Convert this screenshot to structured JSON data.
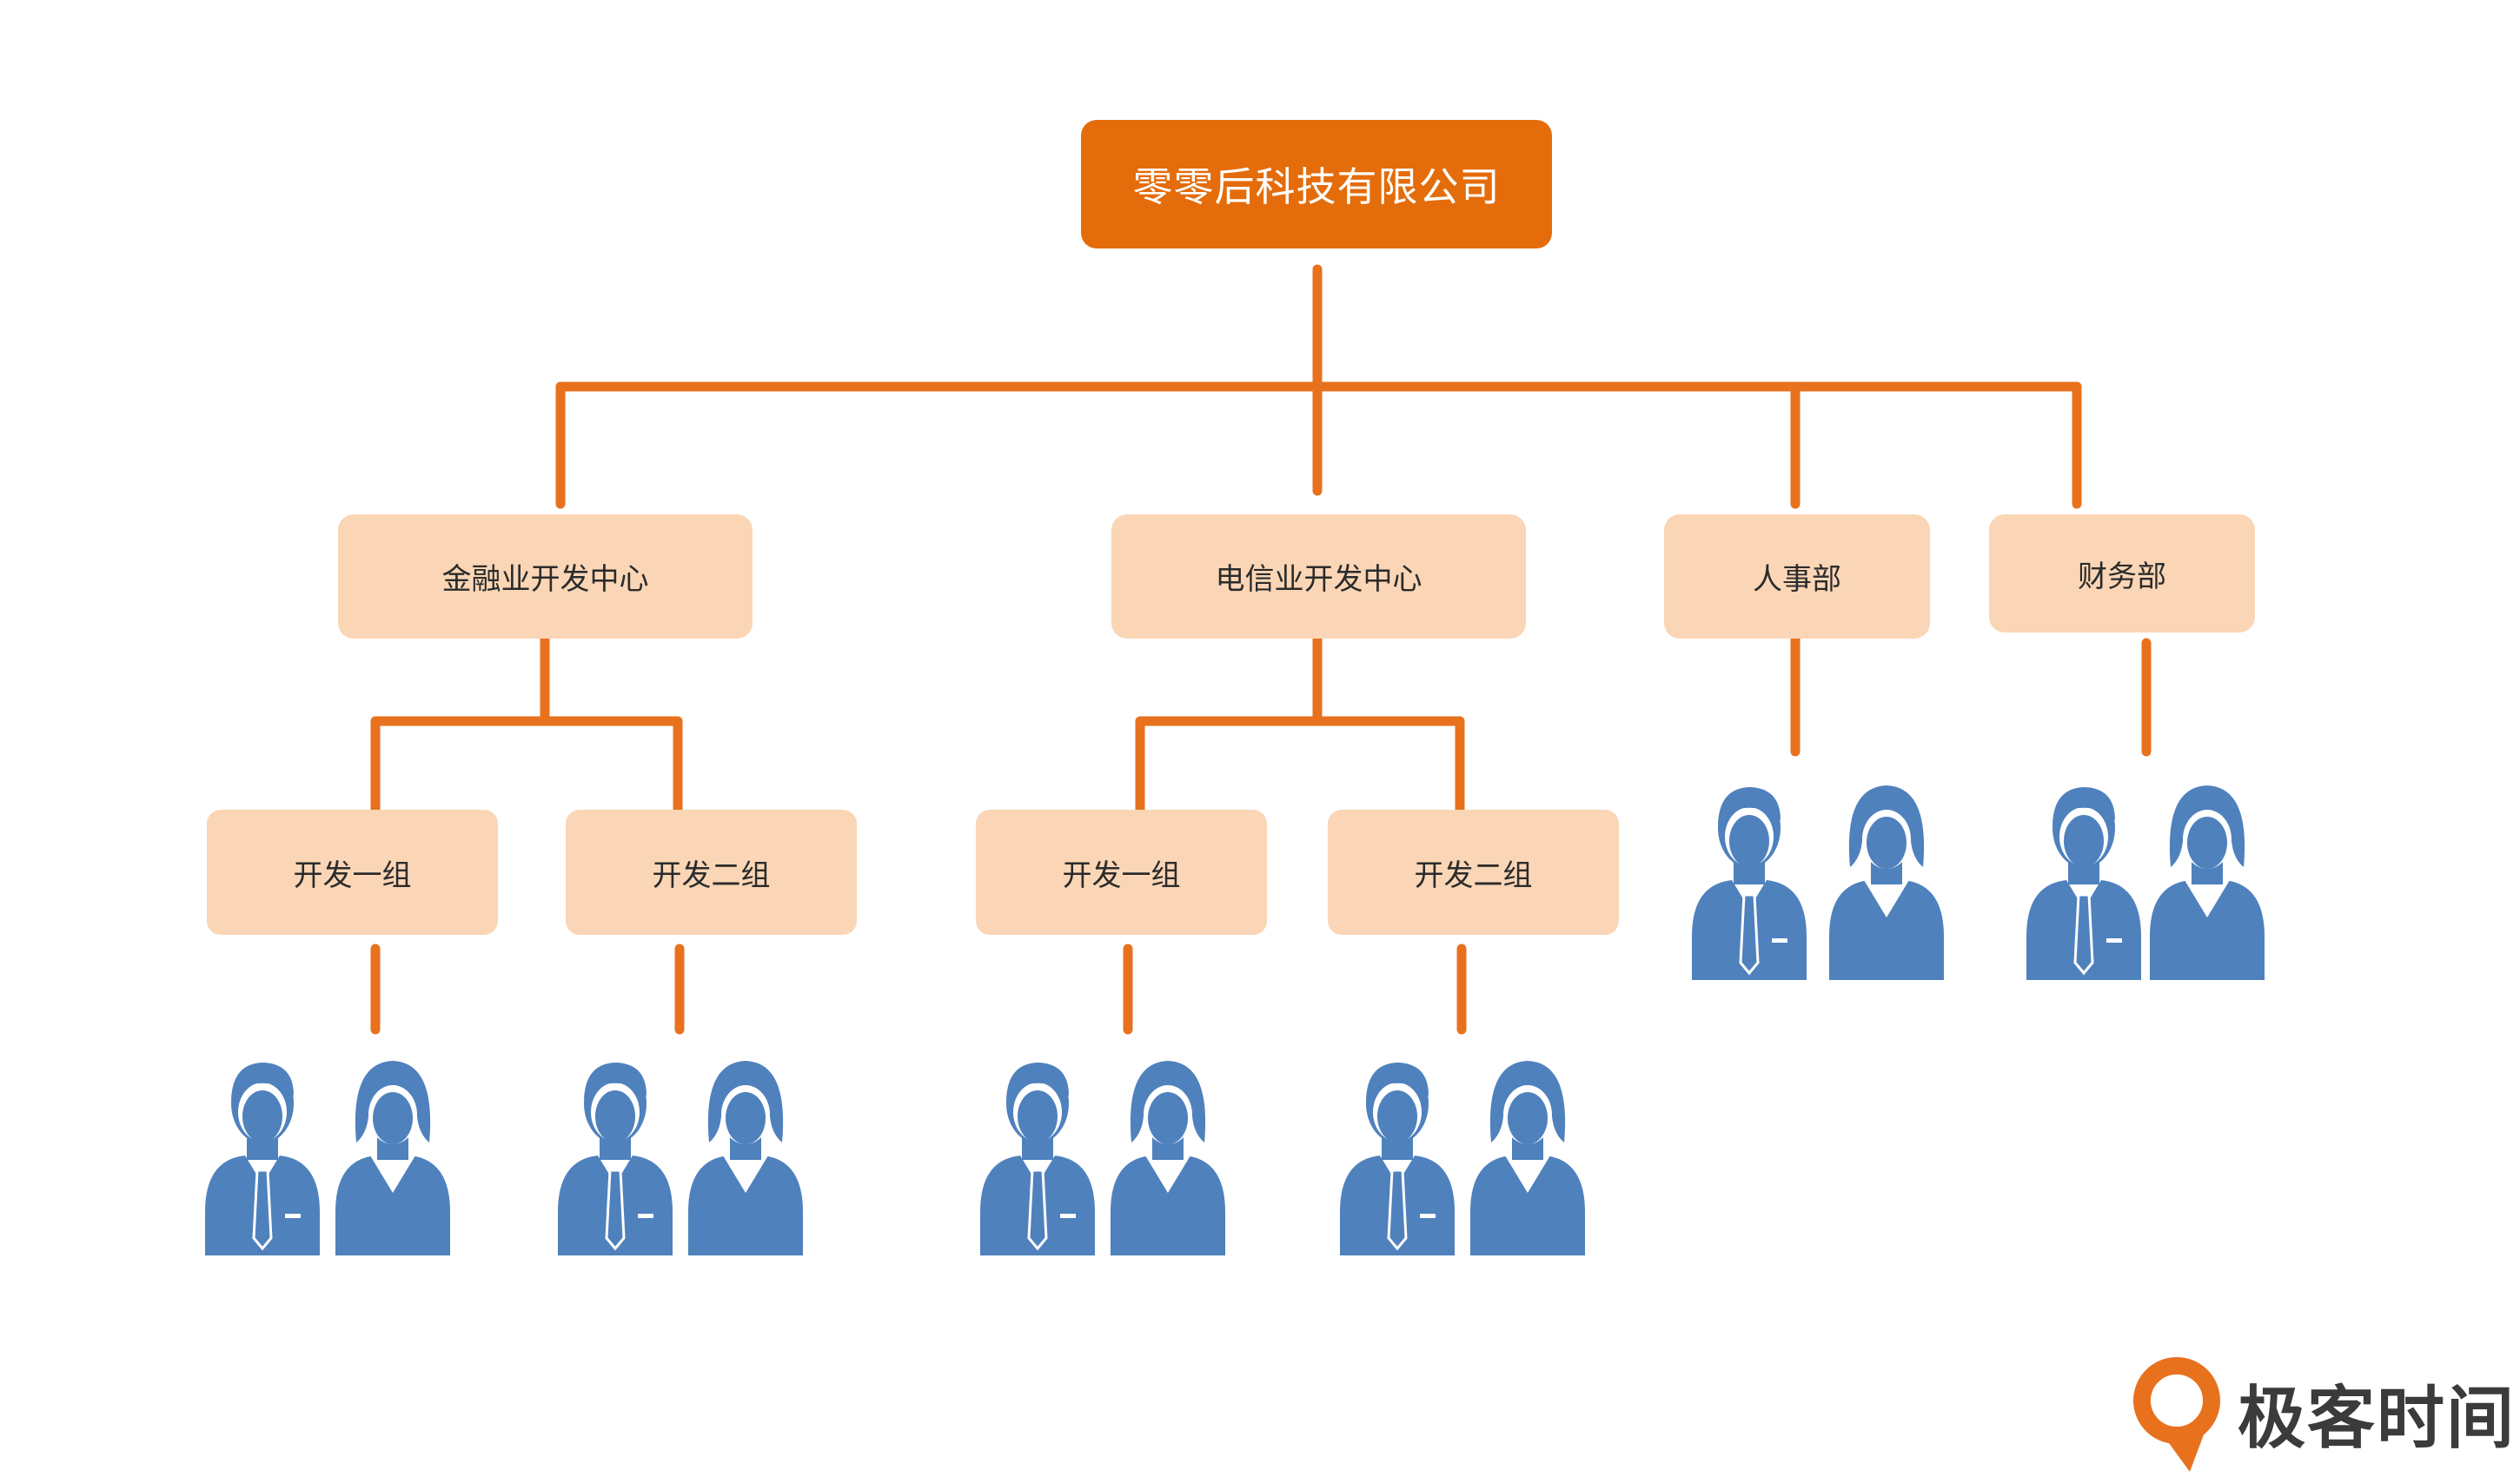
{
  "root": {
    "label": "零零后科技有限公司"
  },
  "centers": [
    {
      "label": "金融业开发中心"
    },
    {
      "label": "电信业开发中心"
    },
    {
      "label": "人事部"
    },
    {
      "label": "财务部"
    }
  ],
  "groups": [
    {
      "label": "开发一组"
    },
    {
      "label": "开发二组"
    },
    {
      "label": "开发一组"
    },
    {
      "label": "开发二组"
    }
  ],
  "logo": {
    "text": "极客时间"
  },
  "colors": {
    "root_fill": "#e46c0a",
    "node_fill": "#fad6b6",
    "connector": "#e8711e",
    "person": "#4f81bd"
  }
}
